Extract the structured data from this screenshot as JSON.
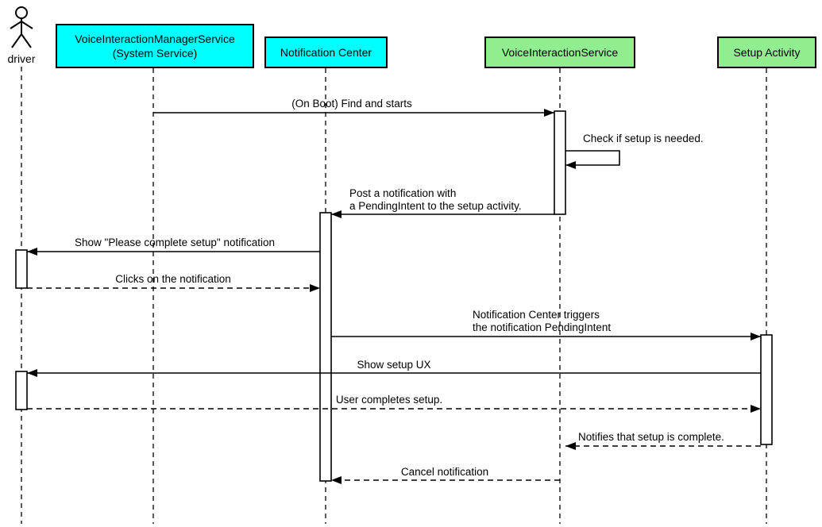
{
  "diagram_type": "sequence",
  "colors": {
    "participant_cyan": "#00ffff",
    "participant_green": "#90ee90",
    "line": "#000000",
    "background": "#ffffff"
  },
  "actor": {
    "name": "driver"
  },
  "participants": [
    {
      "name": "VoiceInteractionManagerService (System Service)",
      "line1": "VoiceInteractionManagerService",
      "line2": "(System Service)",
      "color": "#00ffff"
    },
    {
      "name": "Notification Center",
      "label": "Notification Center",
      "color": "#00ffff"
    },
    {
      "name": "VoiceInteractionService",
      "label": "VoiceInteractionService",
      "color": "#90ee90"
    },
    {
      "name": "Setup Activity",
      "label": "Setup Activity",
      "color": "#90ee90"
    }
  ],
  "messages": [
    {
      "text": "(On Boot) Find and starts",
      "from": "VoiceInteractionManagerService (System Service)",
      "to": "VoiceInteractionService",
      "style": "solid"
    },
    {
      "text": "Check if setup is needed.",
      "from": "VoiceInteractionService",
      "to": "VoiceInteractionService",
      "style": "self"
    },
    {
      "line1": "Post a notification with",
      "line2": "a PendingIntent to the setup activity.",
      "from": "VoiceInteractionService",
      "to": "Notification Center",
      "style": "solid"
    },
    {
      "text": "Show \"Please complete setup\" notification",
      "from": "Notification Center",
      "to": "driver",
      "style": "solid"
    },
    {
      "text": "Clicks on the notification",
      "from": "driver",
      "to": "Notification Center",
      "style": "dashed"
    },
    {
      "line1": "Notification Center triggers",
      "line2": "the notification PendingIntent",
      "from": "Notification Center",
      "to": "Setup Activity",
      "style": "solid"
    },
    {
      "text": "Show setup UX",
      "from": "Setup Activity",
      "to": "driver",
      "style": "solid"
    },
    {
      "text": "User completes setup.",
      "from": "driver",
      "to": "Setup Activity",
      "style": "dashed"
    },
    {
      "text": "Notifies that setup is complete.",
      "from": "Setup Activity",
      "to": "VoiceInteractionService",
      "style": "dashed"
    },
    {
      "text": "Cancel notification",
      "from": "VoiceInteractionService",
      "to": "Notification Center",
      "style": "dashed"
    }
  ]
}
